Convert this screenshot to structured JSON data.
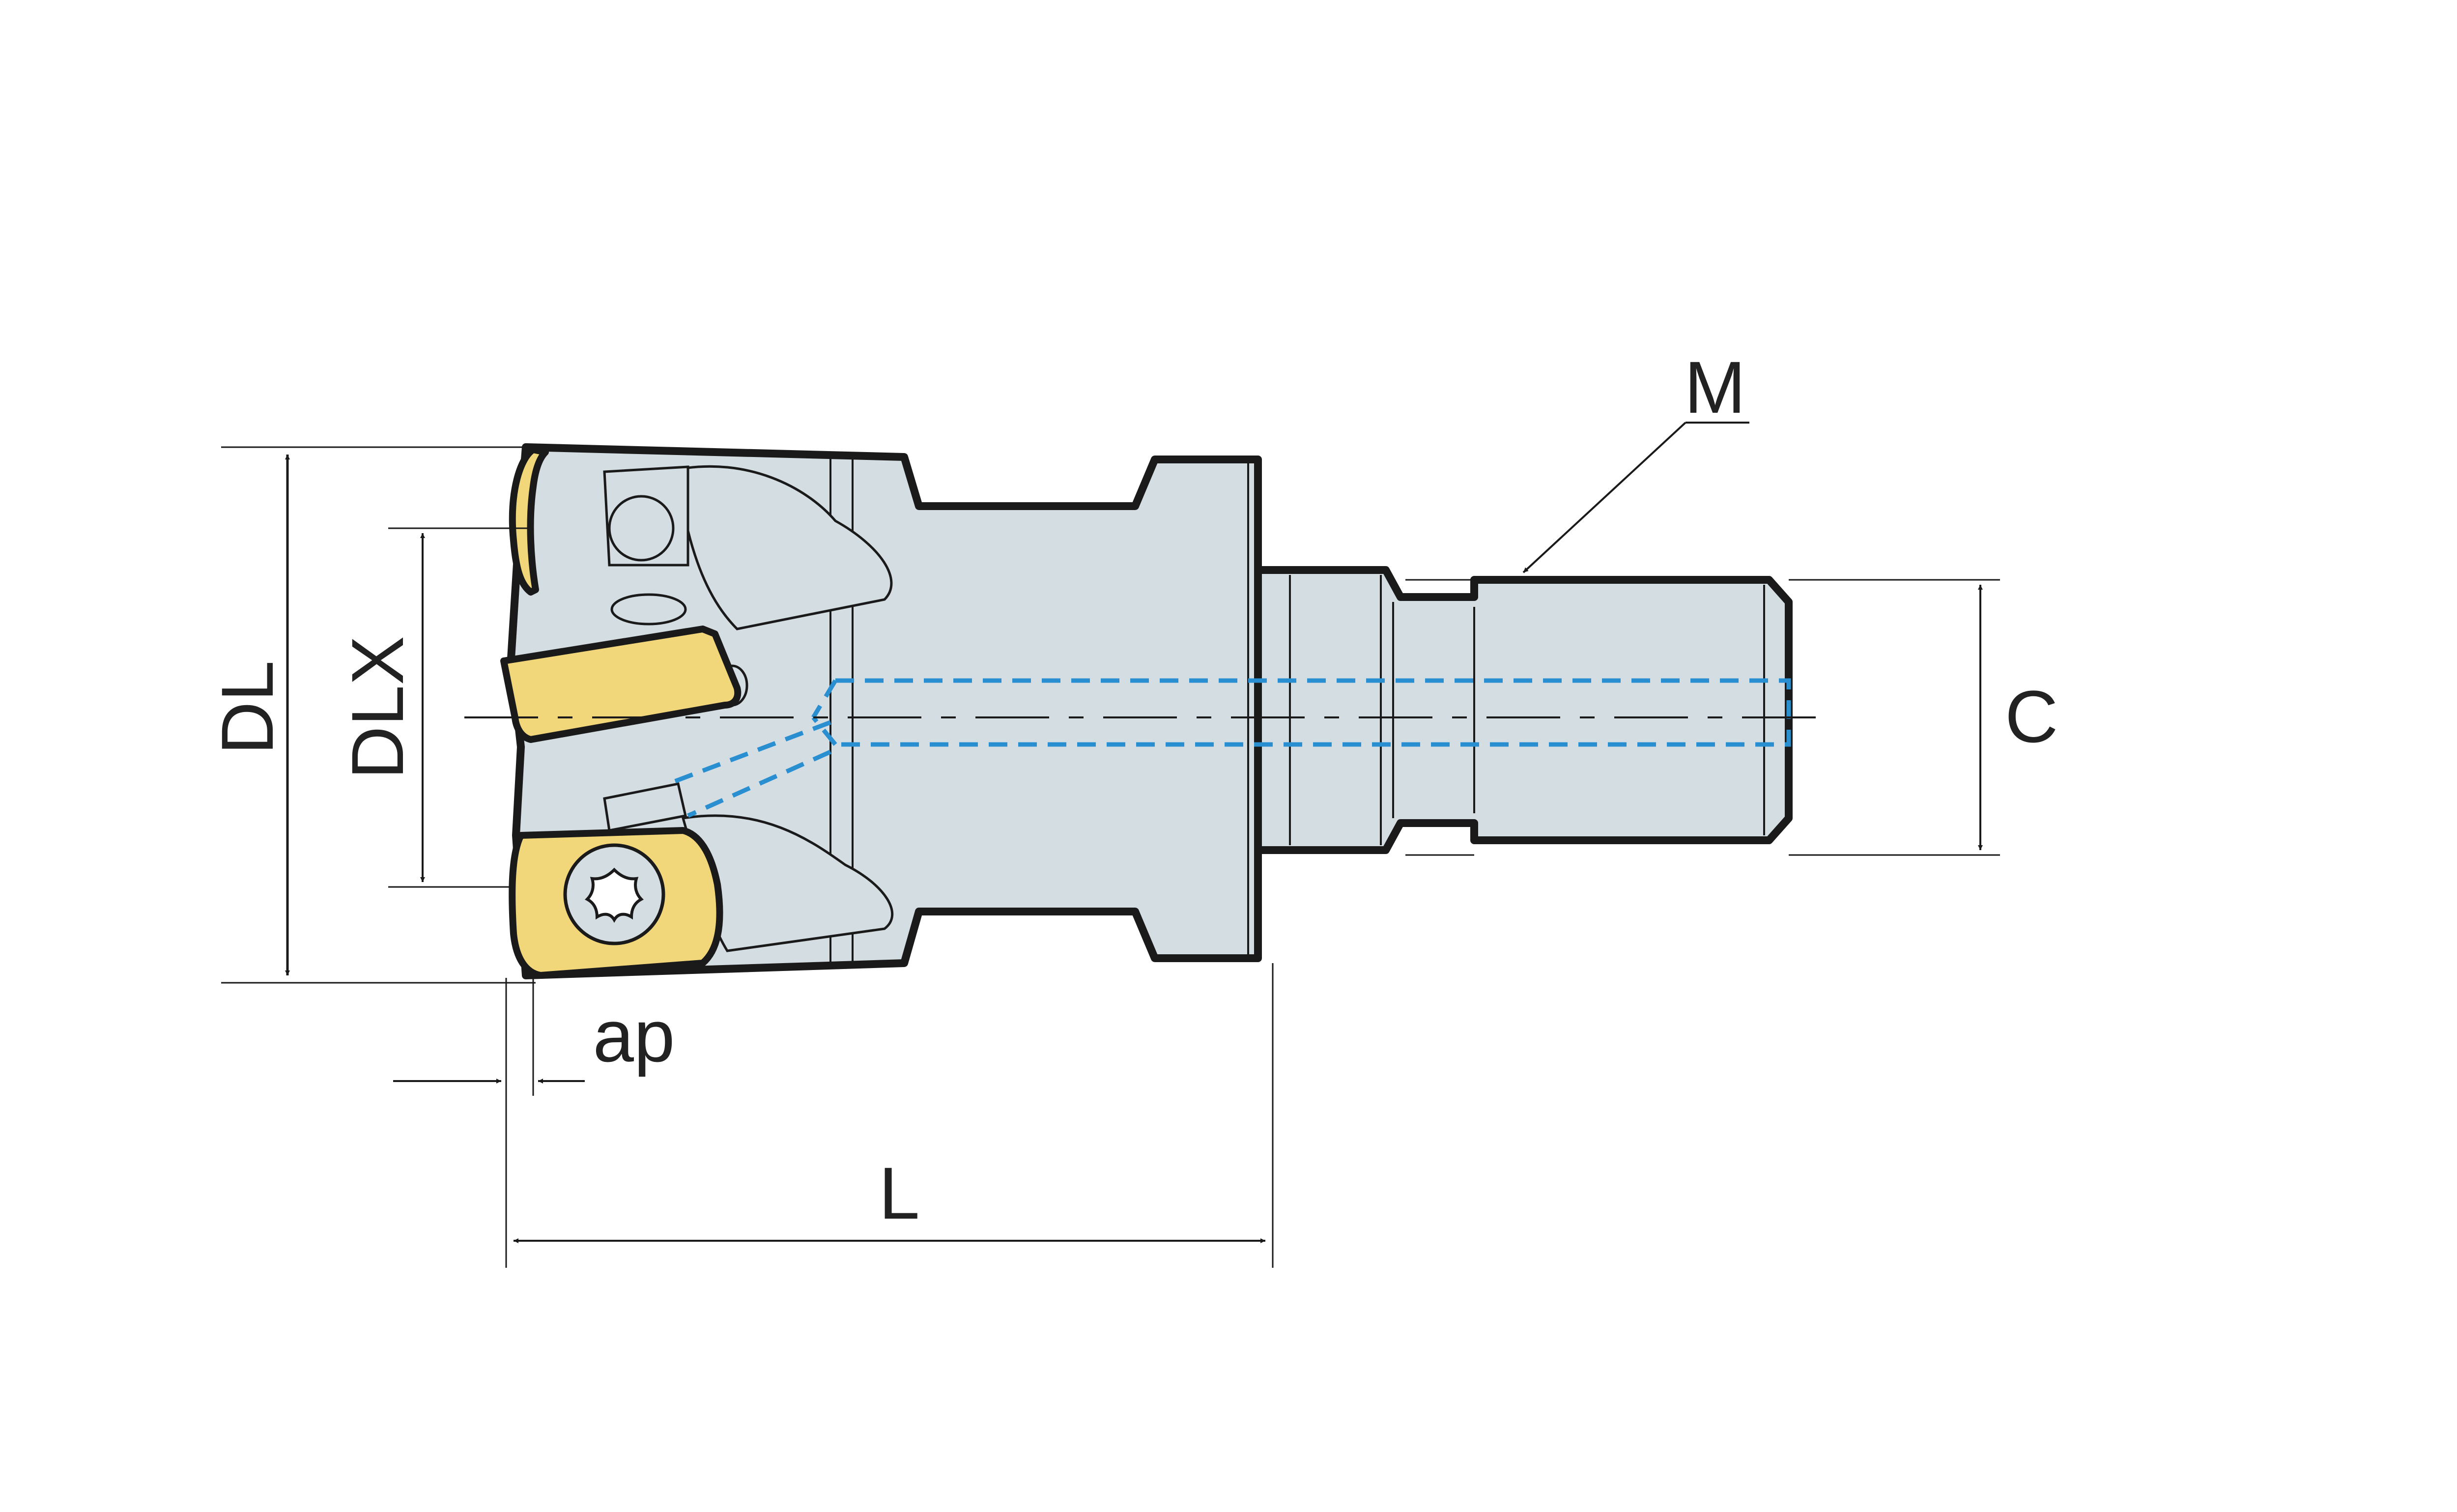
{
  "labels": {
    "thread": "M",
    "outer_diameter": "DL",
    "insert_circle_diameter": "DLX",
    "depth_of_cut": "ap",
    "length": "L",
    "neck_diameter": "C"
  },
  "colors": {
    "body": "#d4dde2",
    "insert": "#f1d77a",
    "coolant": "#2a8fd0",
    "outline": "#1a1a1a"
  }
}
